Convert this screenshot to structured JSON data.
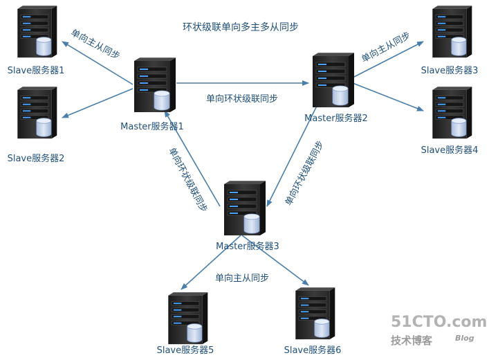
{
  "diagram": {
    "title": "环状级联单向多主多从同步",
    "colors": {
      "arrow": "#4a7eab",
      "label": "#1f4e79",
      "server_dark": "#222222",
      "server_light": "#3a3a3a",
      "disk": "#c9d8ee",
      "disk_edge": "#8aa4cf",
      "led": "#4aa3ff"
    },
    "nodes": {
      "master1": {
        "label": "Master服务器1",
        "icon": "server-icon"
      },
      "master2": {
        "label": "Master服务器2",
        "icon": "server-icon"
      },
      "master3": {
        "label": "Master服务器3",
        "icon": "server-icon"
      },
      "slave1": {
        "label": "Slave服务器1",
        "icon": "server-icon"
      },
      "slave2": {
        "label": "Slave服务器2",
        "icon": "server-icon"
      },
      "slave3": {
        "label": "Slave服务器3",
        "icon": "server-icon"
      },
      "slave4": {
        "label": "Slave服务器4",
        "icon": "server-icon"
      },
      "slave5": {
        "label": "Slave服务器5",
        "icon": "server-icon"
      },
      "slave6": {
        "label": "Slave服务器6",
        "icon": "server-icon"
      }
    },
    "edge_labels": {
      "m1_slaves": "单向主从同步",
      "m1_m2": "单向环状级联同步",
      "m2_slaves": "单向主从同步",
      "m2_m3": "单向环状级联同步",
      "m3_m1": "单向环状级联同步",
      "m3_slaves": "单向主从同步"
    },
    "edges": [
      {
        "from": "master1",
        "to": "slave1"
      },
      {
        "from": "master1",
        "to": "slave2"
      },
      {
        "from": "master1",
        "to": "master2"
      },
      {
        "from": "master2",
        "to": "slave3"
      },
      {
        "from": "master2",
        "to": "slave4"
      },
      {
        "from": "master2",
        "to": "master3"
      },
      {
        "from": "master3",
        "to": "master1"
      },
      {
        "from": "master3",
        "to": "slave5"
      },
      {
        "from": "master3",
        "to": "slave6"
      }
    ],
    "watermark": {
      "logo": "51CTO.com",
      "subtitle": "技术博客",
      "tag": "Blog"
    }
  }
}
